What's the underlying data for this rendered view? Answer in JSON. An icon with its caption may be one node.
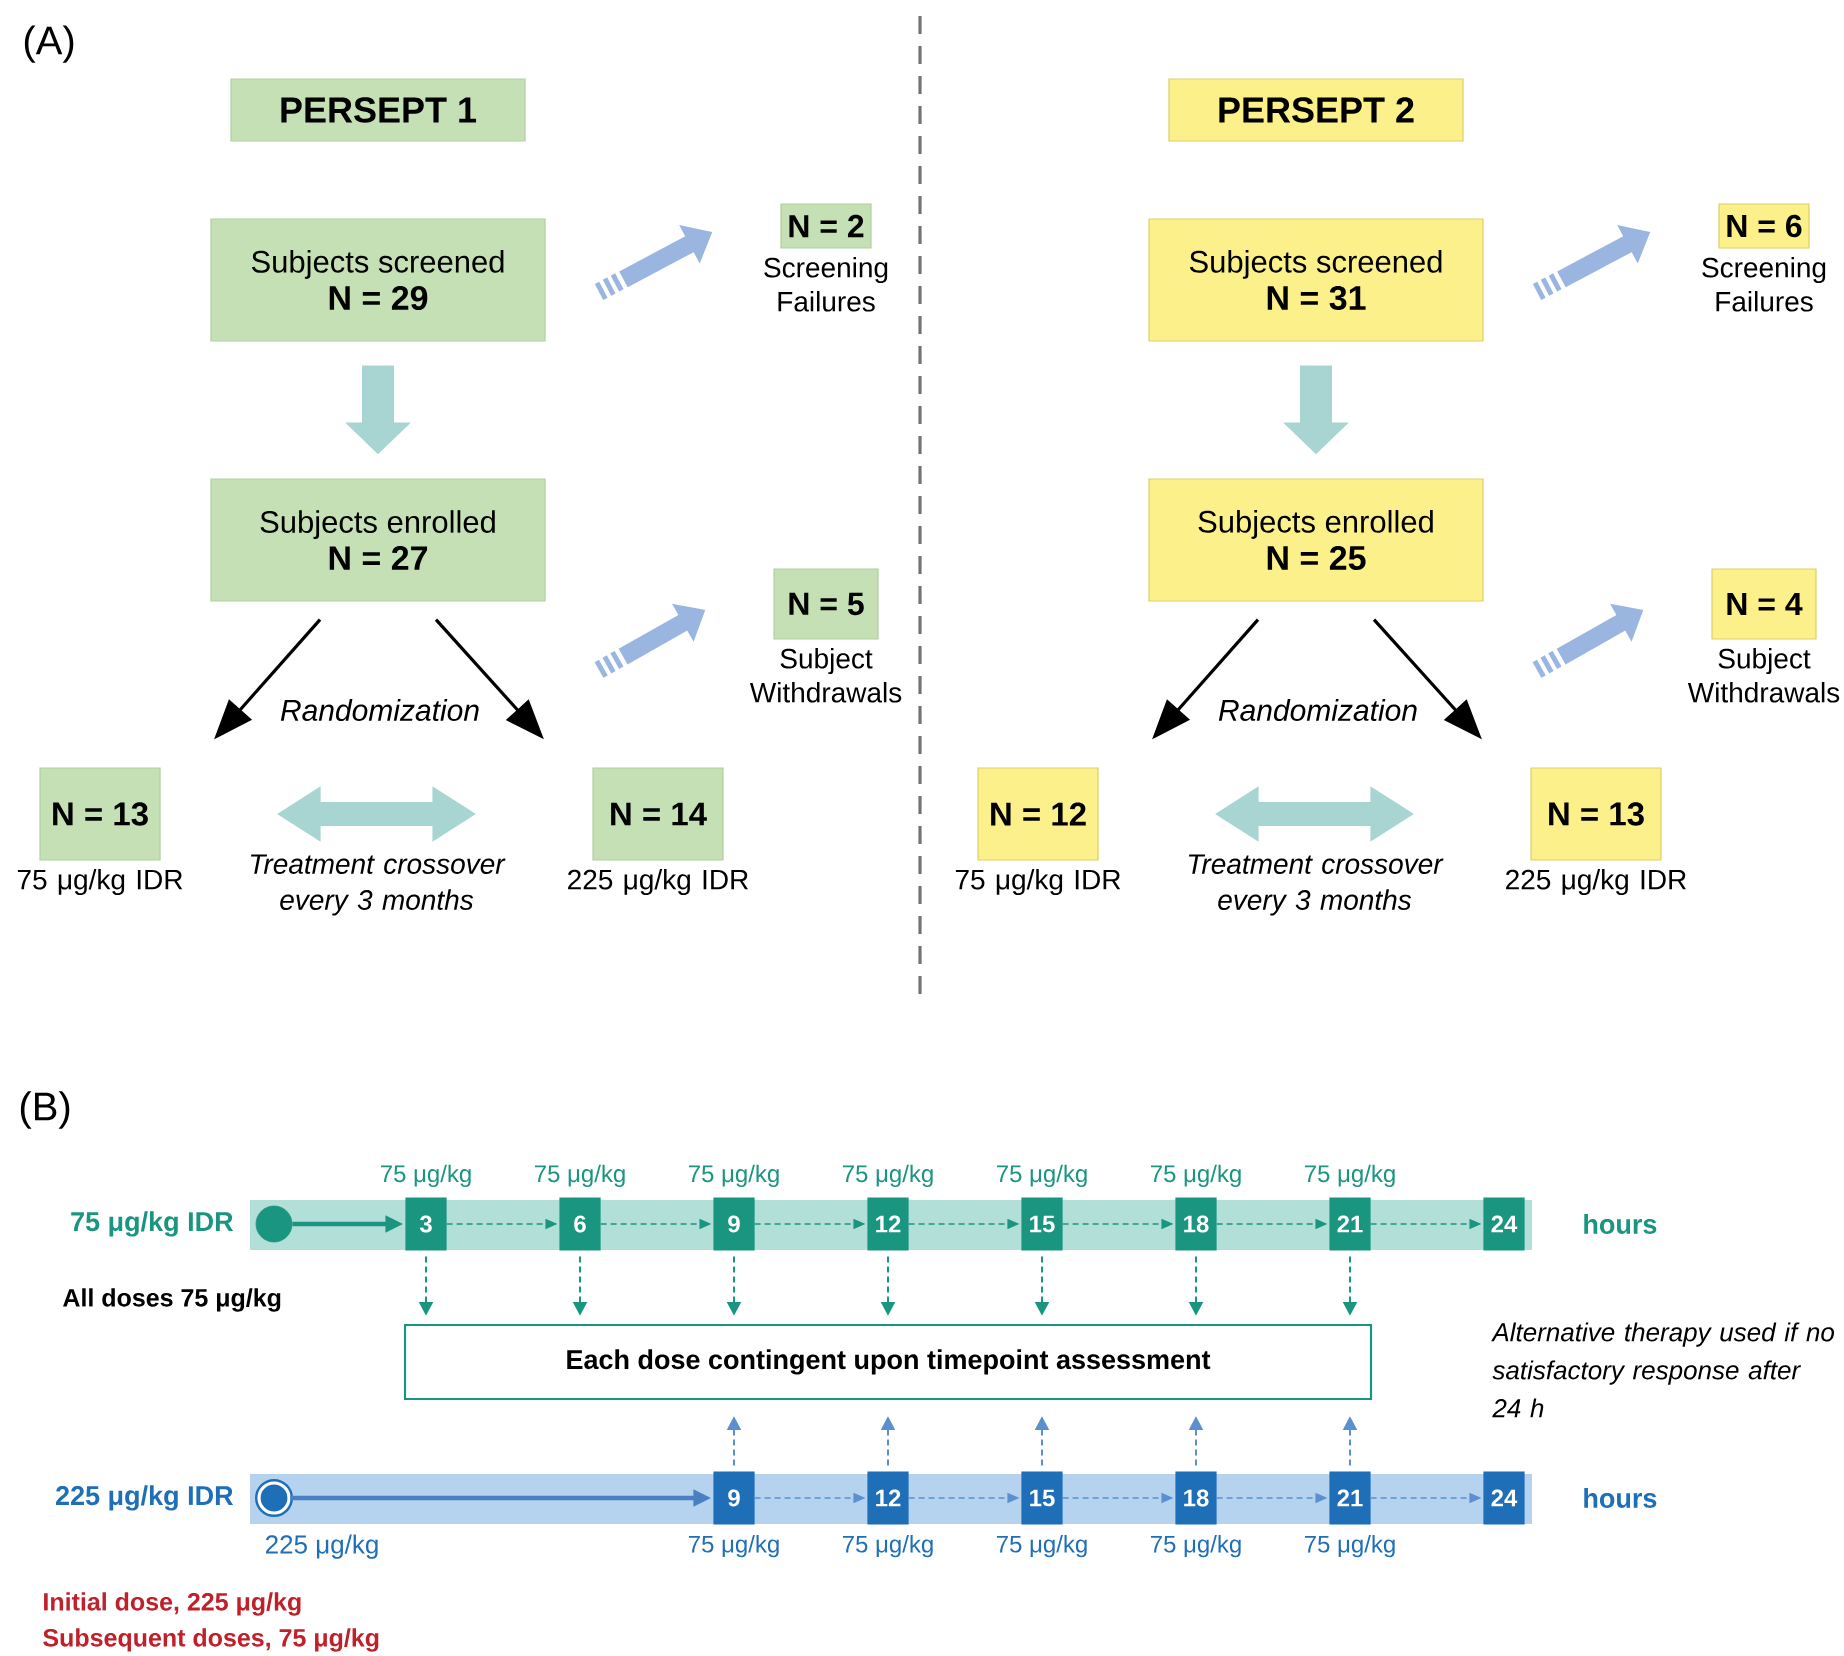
{
  "diagram": {
    "nodes": [
      {
        "text": [
          "PERSEPT 1"
        ]
      },
      {
        "text": [
          "Subjects screened",
          "N = 29"
        ]
      },
      {
        "text": [
          "N = 2"
        ],
        "beside": [
          "Screening Failures"
        ]
      },
      {
        "text": [
          "Subjects enrolled",
          "N = 27"
        ]
      },
      {
        "text": [
          "N = 5"
        ],
        "beside": [
          "Subject Withdrawals"
        ]
      },
      {
        "text": [
          "N = 13"
        ],
        "beside": [
          "75 μg/kg IDR"
        ]
      },
      {
        "text": [
          "N = 14"
        ],
        "beside": [
          "225 μg/kg IDR"
        ]
      },
      {
        "text": [
          "PERSEPT 2"
        ]
      },
      {
        "text": [
          "Subjects screened",
          "N = 31"
        ]
      },
      {
        "text": [
          "N = 6"
        ],
        "beside": [
          "Screening Failures"
        ]
      },
      {
        "text": [
          "Subjects enrolled",
          "N = 25"
        ]
      },
      {
        "text": [
          "N = 4"
        ],
        "beside": [
          "Subject Withdrawals"
        ]
      },
      {
        "text": [
          "N = 12"
        ],
        "beside": [
          "75 μg/kg IDR"
        ]
      },
      {
        "text": [
          "N = 13"
        ],
        "beside": [
          "225 μg/kg IDR"
        ]
      },
      {
        "text": [],
        "shape": "circle"
      },
      {
        "text": [
          "3"
        ],
        "beside": [
          "75 μg/kg"
        ]
      },
      {
        "text": [
          "6"
        ],
        "beside": [
          "75 μg/kg"
        ]
      },
      {
        "text": [
          "9"
        ],
        "beside": [
          "75 μg/kg"
        ]
      },
      {
        "text": [
          "12"
        ],
        "beside": [
          "75 μg/kg"
        ]
      },
      {
        "text": [
          "15"
        ],
        "beside": [
          "75 μg/kg"
        ]
      },
      {
        "text": [
          "18"
        ],
        "beside": [
          "75 μg/kg"
        ]
      },
      {
        "text": [
          "21"
        ],
        "beside": [
          "75 μg/kg"
        ]
      },
      {
        "text": [
          "24"
        ]
      },
      {
        "text": [
          "Each dose contingent upon timepoint assessment"
        ]
      },
      {
        "text": [],
        "shape": "circle",
        "beside": [
          "225 μg/kg"
        ]
      },
      {
        "text": [
          "9"
        ],
        "beside": [
          "75 μg/kg"
        ]
      },
      {
        "text": [
          "12"
        ],
        "beside": [
          "75 μg/kg"
        ]
      },
      {
        "text": [
          "15"
        ],
        "beside": [
          "75 μg/kg"
        ]
      },
      {
        "text": [
          "18"
        ],
        "beside": [
          "75 μg/kg"
        ]
      },
      {
        "text": [
          "21"
        ],
        "beside": [
          "75 μg/kg"
        ]
      },
      {
        "text": [
          "24"
        ]
      }
    ],
    "edges": [
      {
        "from": 1,
        "to": 2,
        "arrow": "to",
        "style": "thick",
        "color": "#9ab6e0"
      },
      {
        "from": 1,
        "to": 3,
        "arrow": "to",
        "style": "thick",
        "color": "#a8d5d2"
      },
      {
        "from": 3,
        "to": 4,
        "arrow": "to",
        "style": "thick",
        "color": "#9ab6e0"
      },
      {
        "from": 3,
        "to": 5,
        "arrow": "to",
        "color": "#000000"
      },
      {
        "from": 3,
        "to": 6,
        "arrow": "to",
        "color": "#000000"
      },
      {
        "from": 5,
        "to": 6,
        "arrow": "both",
        "style": "thick",
        "color": "#a8d5d2",
        "label": "Treatment crossover every 3 months"
      },
      {
        "from": 8,
        "to": 9,
        "arrow": "to",
        "style": "thick",
        "color": "#9ab6e0"
      },
      {
        "from": 8,
        "to": 10,
        "arrow": "to",
        "style": "thick",
        "color": "#a8d5d2"
      },
      {
        "from": 10,
        "to": 11,
        "arrow": "to",
        "style": "thick",
        "color": "#9ab6e0"
      },
      {
        "from": 10,
        "to": 12,
        "arrow": "to",
        "color": "#000000"
      },
      {
        "from": 10,
        "to": 13,
        "arrow": "to",
        "color": "#000000"
      },
      {
        "from": 12,
        "to": 13,
        "arrow": "both",
        "style": "thick",
        "color": "#a8d5d2",
        "label": "Treatment crossover every 3 months"
      },
      {
        "from": 14,
        "to": 15,
        "arrow": "to",
        "color": "#1a9580"
      },
      {
        "from": 15,
        "to": 16,
        "arrow": "to",
        "style": "dashed",
        "color": "#1a9580"
      },
      {
        "from": 16,
        "to": 17,
        "arrow": "to",
        "style": "dashed",
        "color": "#1a9580"
      },
      {
        "from": 17,
        "to": 18,
        "arrow": "to",
        "style": "dashed",
        "color": "#1a9580"
      },
      {
        "from": 18,
        "to": 19,
        "arrow": "to",
        "style": "dashed",
        "color": "#1a9580"
      },
      {
        "from": 19,
        "to": 20,
        "arrow": "to",
        "style": "dashed",
        "color": "#1a9580"
      },
      {
        "from": 20,
        "to": 21,
        "arrow": "to",
        "style": "dashed",
        "color": "#1a9580"
      },
      {
        "from": 21,
        "to": 22,
        "arrow": "to",
        "style": "dashed",
        "color": "#1a9580"
      },
      {
        "from": 15,
        "to": 23,
        "arrow": "to",
        "style": "dashed",
        "color": "#1a9580"
      },
      {
        "from": 16,
        "to": 23,
        "arrow": "to",
        "style": "dashed",
        "color": "#1a9580"
      },
      {
        "from": 17,
        "to": 23,
        "arrow": "to",
        "style": "dashed",
        "color": "#1a9580"
      },
      {
        "from": 18,
        "to": 23,
        "arrow": "to",
        "style": "dashed",
        "color": "#1a9580"
      },
      {
        "from": 19,
        "to": 23,
        "arrow": "to",
        "style": "dashed",
        "color": "#1a9580"
      },
      {
        "from": 20,
        "to": 23,
        "arrow": "to",
        "style": "dashed",
        "color": "#1a9580"
      },
      {
        "from": 21,
        "to": 23,
        "arrow": "to",
        "style": "dashed",
        "color": "#1a9580"
      },
      {
        "from": 24,
        "to": 25,
        "arrow": "to",
        "color": "#4a7fc1"
      },
      {
        "from": 25,
        "to": 26,
        "arrow": "to",
        "style": "dashed",
        "color": "#5b8fd0"
      },
      {
        "from": 26,
        "to": 27,
        "arrow": "to",
        "style": "dashed",
        "color": "#5b8fd0"
      },
      {
        "from": 27,
        "to": 28,
        "arrow": "to",
        "style": "dashed",
        "color": "#5b8fd0"
      },
      {
        "from": 28,
        "to": 29,
        "arrow": "to",
        "style": "dashed",
        "color": "#5b8fd0"
      },
      {
        "from": 29,
        "to": 30,
        "arrow": "to",
        "style": "dashed",
        "color": "#5b8fd0"
      },
      {
        "from": 25,
        "to": 23,
        "arrow": "to",
        "style": "dashed",
        "color": "#5b8fd0"
      },
      {
        "from": 26,
        "to": 23,
        "arrow": "to",
        "style": "dashed",
        "color": "#5b8fd0"
      },
      {
        "from": 27,
        "to": 23,
        "arrow": "to",
        "style": "dashed",
        "color": "#5b8fd0"
      },
      {
        "from": 28,
        "to": 23,
        "arrow": "to",
        "style": "dashed",
        "color": "#5b8fd0"
      },
      {
        "from": 29,
        "to": 23,
        "arrow": "to",
        "style": "dashed",
        "color": "#5b8fd0"
      }
    ],
    "labels": [
      "(A)",
      "Randomization",
      "Randomization",
      "(B)",
      "75 μg/kg IDR",
      "hours",
      "All doses 75 μg/kg",
      "Alternative therapy used if no satisfactory response after 24 h",
      "225 μg/kg IDR",
      "hours",
      "Initial dose, 225 μg/kg",
      "Subsequent doses, 75 μg/kg"
    ]
  }
}
